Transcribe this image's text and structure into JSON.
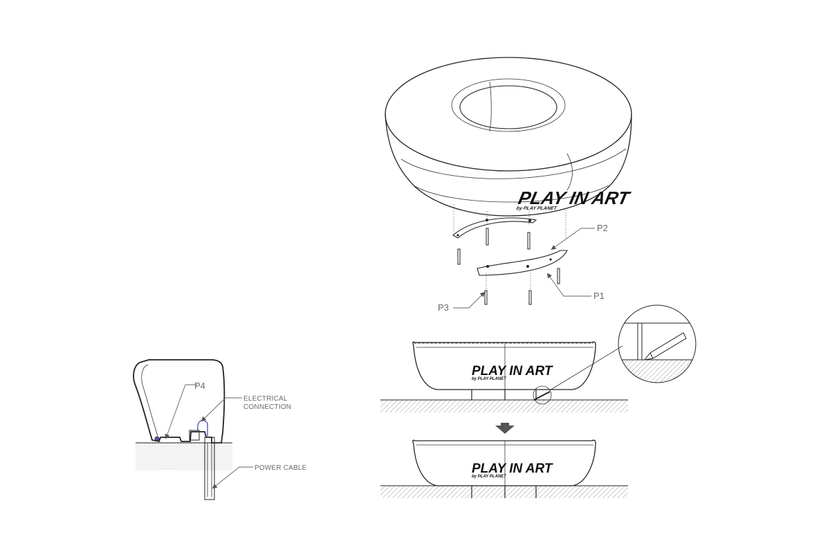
{
  "brand": {
    "logo_text": "PLAY IN ART",
    "logo_sub": "by PLAY PLANET"
  },
  "labels": {
    "p1": "P1",
    "p2": "P2",
    "p3": "P3",
    "p4": "P4",
    "electrical_1": "ELECTRICAL",
    "electrical_2": "CONNECTION",
    "power_cable": "POWER CABLE"
  },
  "colors": {
    "ink": "#222222",
    "ground_hatch": "#9a9a9a",
    "soil_dots": "#b5b5b5",
    "cable": "#6b6bd0",
    "arrow": "#555555"
  }
}
